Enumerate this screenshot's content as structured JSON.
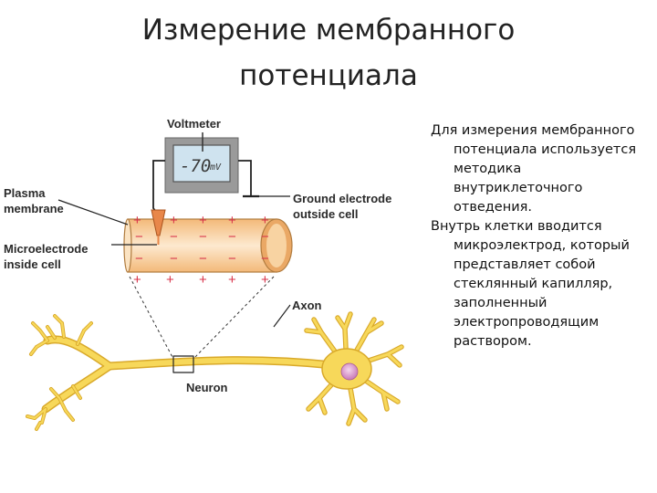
{
  "title": {
    "line1": "Измерение мембранного",
    "line2": "потенциала"
  },
  "paragraphs": [
    "Для измерения мембранного потенциала используется методика внутриклеточного отведения.",
    "Внутрь клетки вводится микроэлектрод, который представляет собой стеклянный капилляр, заполненный электропроводящим раствором."
  ],
  "diagram": {
    "voltmeter_label": "Voltmeter",
    "readout": "-70",
    "readout_unit": "mV",
    "plasma_membrane_label": [
      "Plasma",
      "membrane"
    ],
    "microelectrode_label": [
      "Microelectrode",
      "inside cell"
    ],
    "ground_electrode_label": [
      "Ground electrode",
      "outside cell"
    ],
    "axon_label": "Axon",
    "neuron_label": "Neuron",
    "plus_sign": "+",
    "minus_sign": "−"
  },
  "colors": {
    "axon_fill": "#f6c98e",
    "axon_core": "#fbe3c2",
    "neuron_fill": "#f7d85a",
    "neuron_stroke": "#d9a92a",
    "nucleus": "#d58cc8",
    "charge": "#d8334a",
    "electrode": "#e8874a",
    "voltmeter_body": "#9a9a9a",
    "screen": "#cfe3ef"
  }
}
